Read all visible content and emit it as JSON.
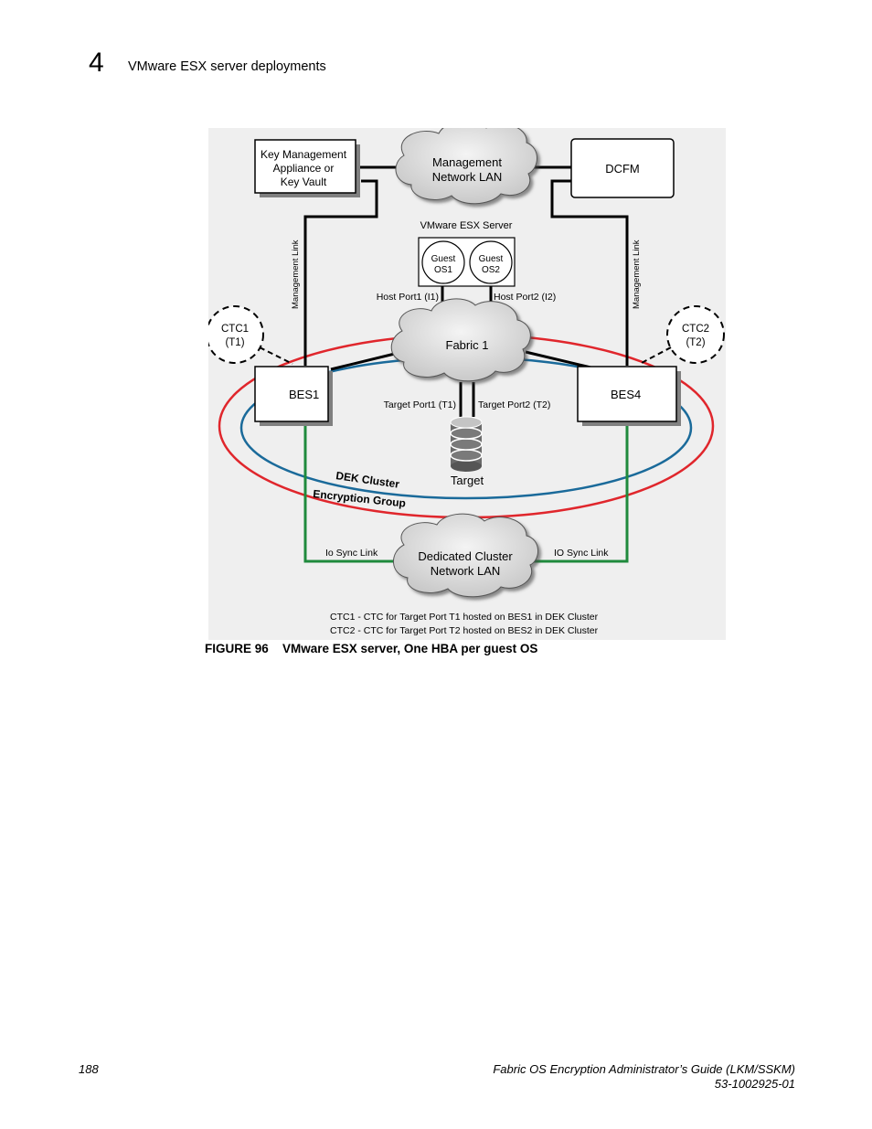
{
  "header": {
    "chapter_number": "4",
    "chapter_title": "VMware ESX server deployments"
  },
  "diagram": {
    "key_mgmt": [
      "Key Management",
      "Appliance or",
      "Key Vault"
    ],
    "mgmt_lan": [
      "Management",
      "Network LAN"
    ],
    "dcfm": "DCFM",
    "esx_server": "VMware ESX Server",
    "guest1": [
      "Guest",
      "OS1"
    ],
    "guest2": [
      "Guest",
      "OS2"
    ],
    "host_port1": "Host Port1 (I1)",
    "host_port2": "Host Port2 (I2)",
    "mgmt_link_left": "Management Link",
    "mgmt_link_right": "Management Link",
    "ctc1": [
      "CTC1",
      "(T1)"
    ],
    "ctc2": [
      "CTC2",
      "(T2)"
    ],
    "fabric": "Fabric 1",
    "bes1": "BES1",
    "bes4": "BES4",
    "target_port1": "Target Port1 (T1)",
    "target_port2": "Target Port2 (T2)",
    "target": "Target",
    "dek_cluster": "DEK Cluster",
    "encryption_group": "Encryption Group",
    "io_sync_left": "Io Sync Link",
    "io_sync_right": "IO Sync Link",
    "dedicated_lan": [
      "Dedicated Cluster",
      "Network LAN"
    ],
    "note1": "CTC1 - CTC for Target Port T1 hosted on BES1 in DEK Cluster",
    "note2": "CTC2 - CTC for Target Port T2 hosted on BES2 in DEK Cluster",
    "colors": {
      "encryption_group": "#e0262c",
      "dek_cluster": "#1a6a9a",
      "io_sync": "#1f8a3c"
    }
  },
  "figure": {
    "label": "FIGURE 96",
    "caption": "VMware ESX server, One HBA per guest OS"
  },
  "footer": {
    "page_number": "188",
    "doc_title": "Fabric OS Encryption Administrator’s Guide  (LKM/SSKM)",
    "doc_number": "53-1002925-01"
  }
}
